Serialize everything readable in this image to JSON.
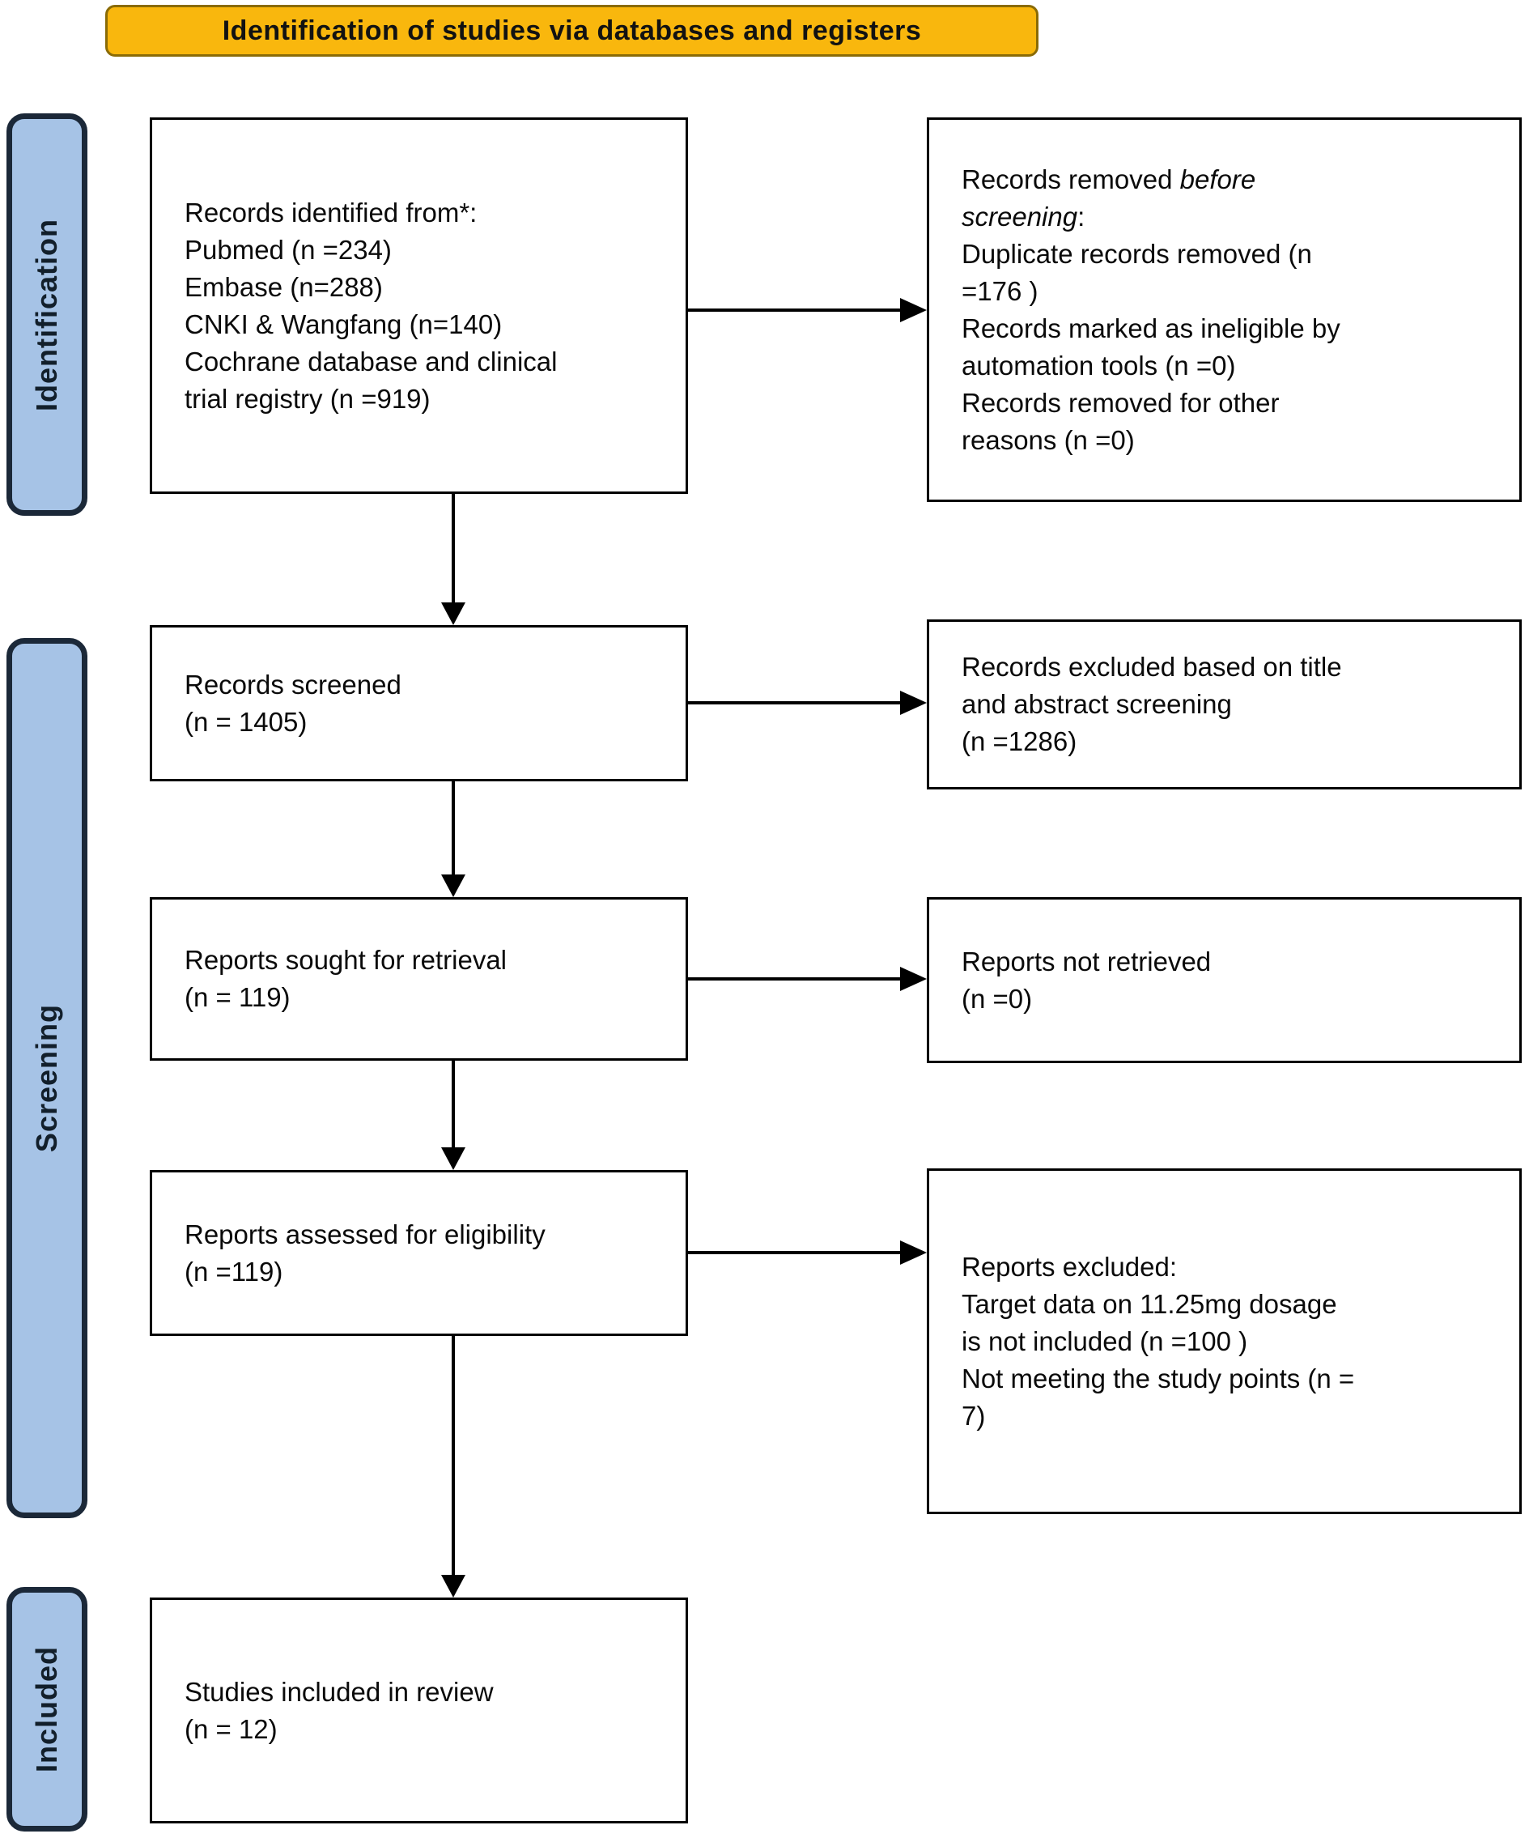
{
  "banner": {
    "title": "Identification of studies via databases and registers"
  },
  "sidebar": {
    "identification": "Identification",
    "screening": "Screening",
    "included": "Included"
  },
  "boxes": {
    "records_identified": "Records identified from*:\nPubmed (n =234)\nEmbase (n=288)\nCNKI & Wangfang (n=140)\nCochrane database and clinical\ntrial registry (n =919)",
    "records_removed": {
      "pre": "Records removed ",
      "em": "before\nscreening",
      "colon": ":",
      "items": "\nDuplicate records removed  (n\n=176 )\nRecords marked as ineligible by\nautomation tools (n =0)\nRecords removed for other\nreasons (n =0)"
    },
    "records_screened": "Records screened\n(n = 1405)",
    "records_excluded": "Records excluded based on title\nand abstract screening\n(n =1286)",
    "reports_sought": "Reports sought for retrieval\n(n = 119)",
    "reports_not_retrieved": "Reports not retrieved\n(n =0)",
    "reports_assessed": "Reports assessed for eligibility\n(n =119)",
    "reports_excluded": "Reports excluded:\nTarget data on 11.25mg dosage\nis not included (n =100 )\nNot meeting the study points (n =\n7)",
    "studies_included": "Studies included in review\n(n = 12)"
  },
  "colors": {
    "banner_fill": "#F9B70D",
    "banner_border": "#8a6b06",
    "sidebar_fill": "#A6C3E6",
    "sidebar_border": "#1b2838",
    "sidebar_text": "#121f2b",
    "box_border": "#000000",
    "arrow": "#000000"
  }
}
